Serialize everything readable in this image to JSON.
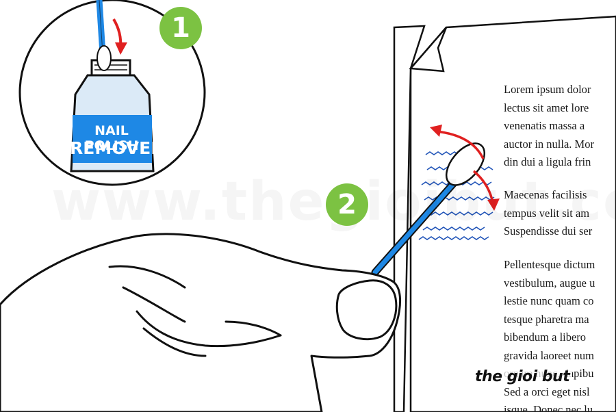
{
  "steps": {
    "step1_number": "1",
    "step2_number": "2"
  },
  "bottle": {
    "label_line1": "NAIL POLISH",
    "label_line2": "REMOVER"
  },
  "document": {
    "paragraph1": "Lorem ipsum dolor\nlectus sit amet lore\nvenenatis massa a\nauctor in nulla. Mor\ndin dui a ligula frin",
    "paragraph2": "Maecenas facilisis\ntempus velit sit am\nSuspendisse dui ser",
    "paragraph3": "Pellentesque dictum\nvestibulum, augue u\nlestie nunc quam co\ntesque pharetra ma\nbibendum a libero\ngravida laoreet num\nornare nunc, dapibu\nSed a orci eget nisl\nisque. Donec nec lu"
  },
  "watermark": "www.thegioibut.com",
  "logo_text": "the gioi but",
  "colors": {
    "badge_green": "#7cc242",
    "swab_blue": "#1e88e5",
    "ink_blue": "#2255b8",
    "arrow_red": "#e02020",
    "bottle_blue": "#1e88e5",
    "bottle_light": "#dbeaf7"
  }
}
